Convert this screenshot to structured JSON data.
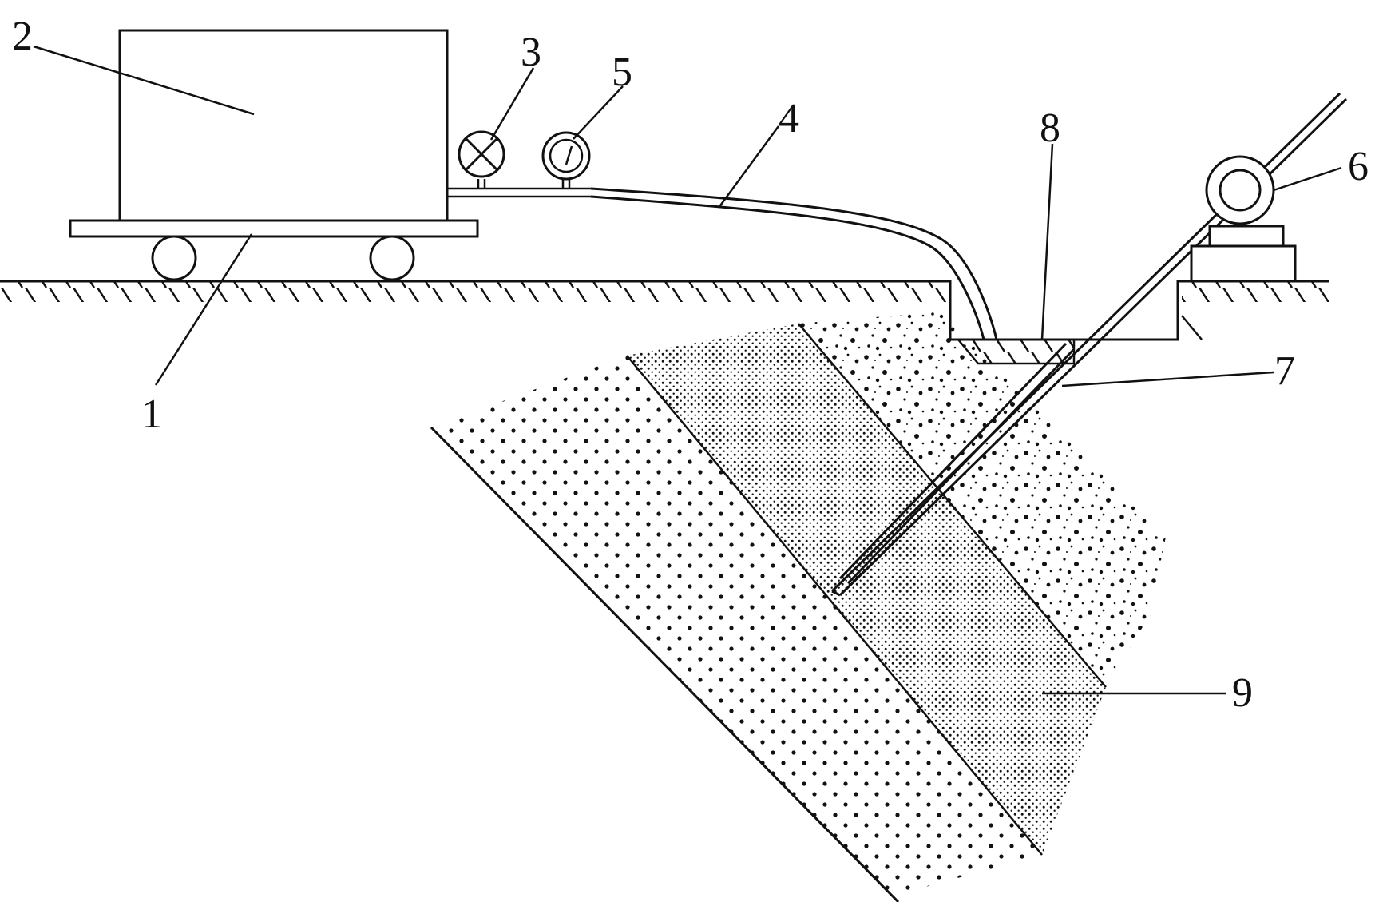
{
  "colors": {
    "ink": "#111111",
    "background": "#ffffff"
  },
  "labels": {
    "cart": "1",
    "tank": "2",
    "valve": "3",
    "hose": "4",
    "pressure_gauge": "5",
    "reel": "6",
    "injection_pipe": "7",
    "pit": "8",
    "soil_layer": "9"
  },
  "icons": {
    "valve": "valve-cross-icon",
    "gauge": "pressure-gauge-icon",
    "reel": "reel-pulley-icon"
  }
}
